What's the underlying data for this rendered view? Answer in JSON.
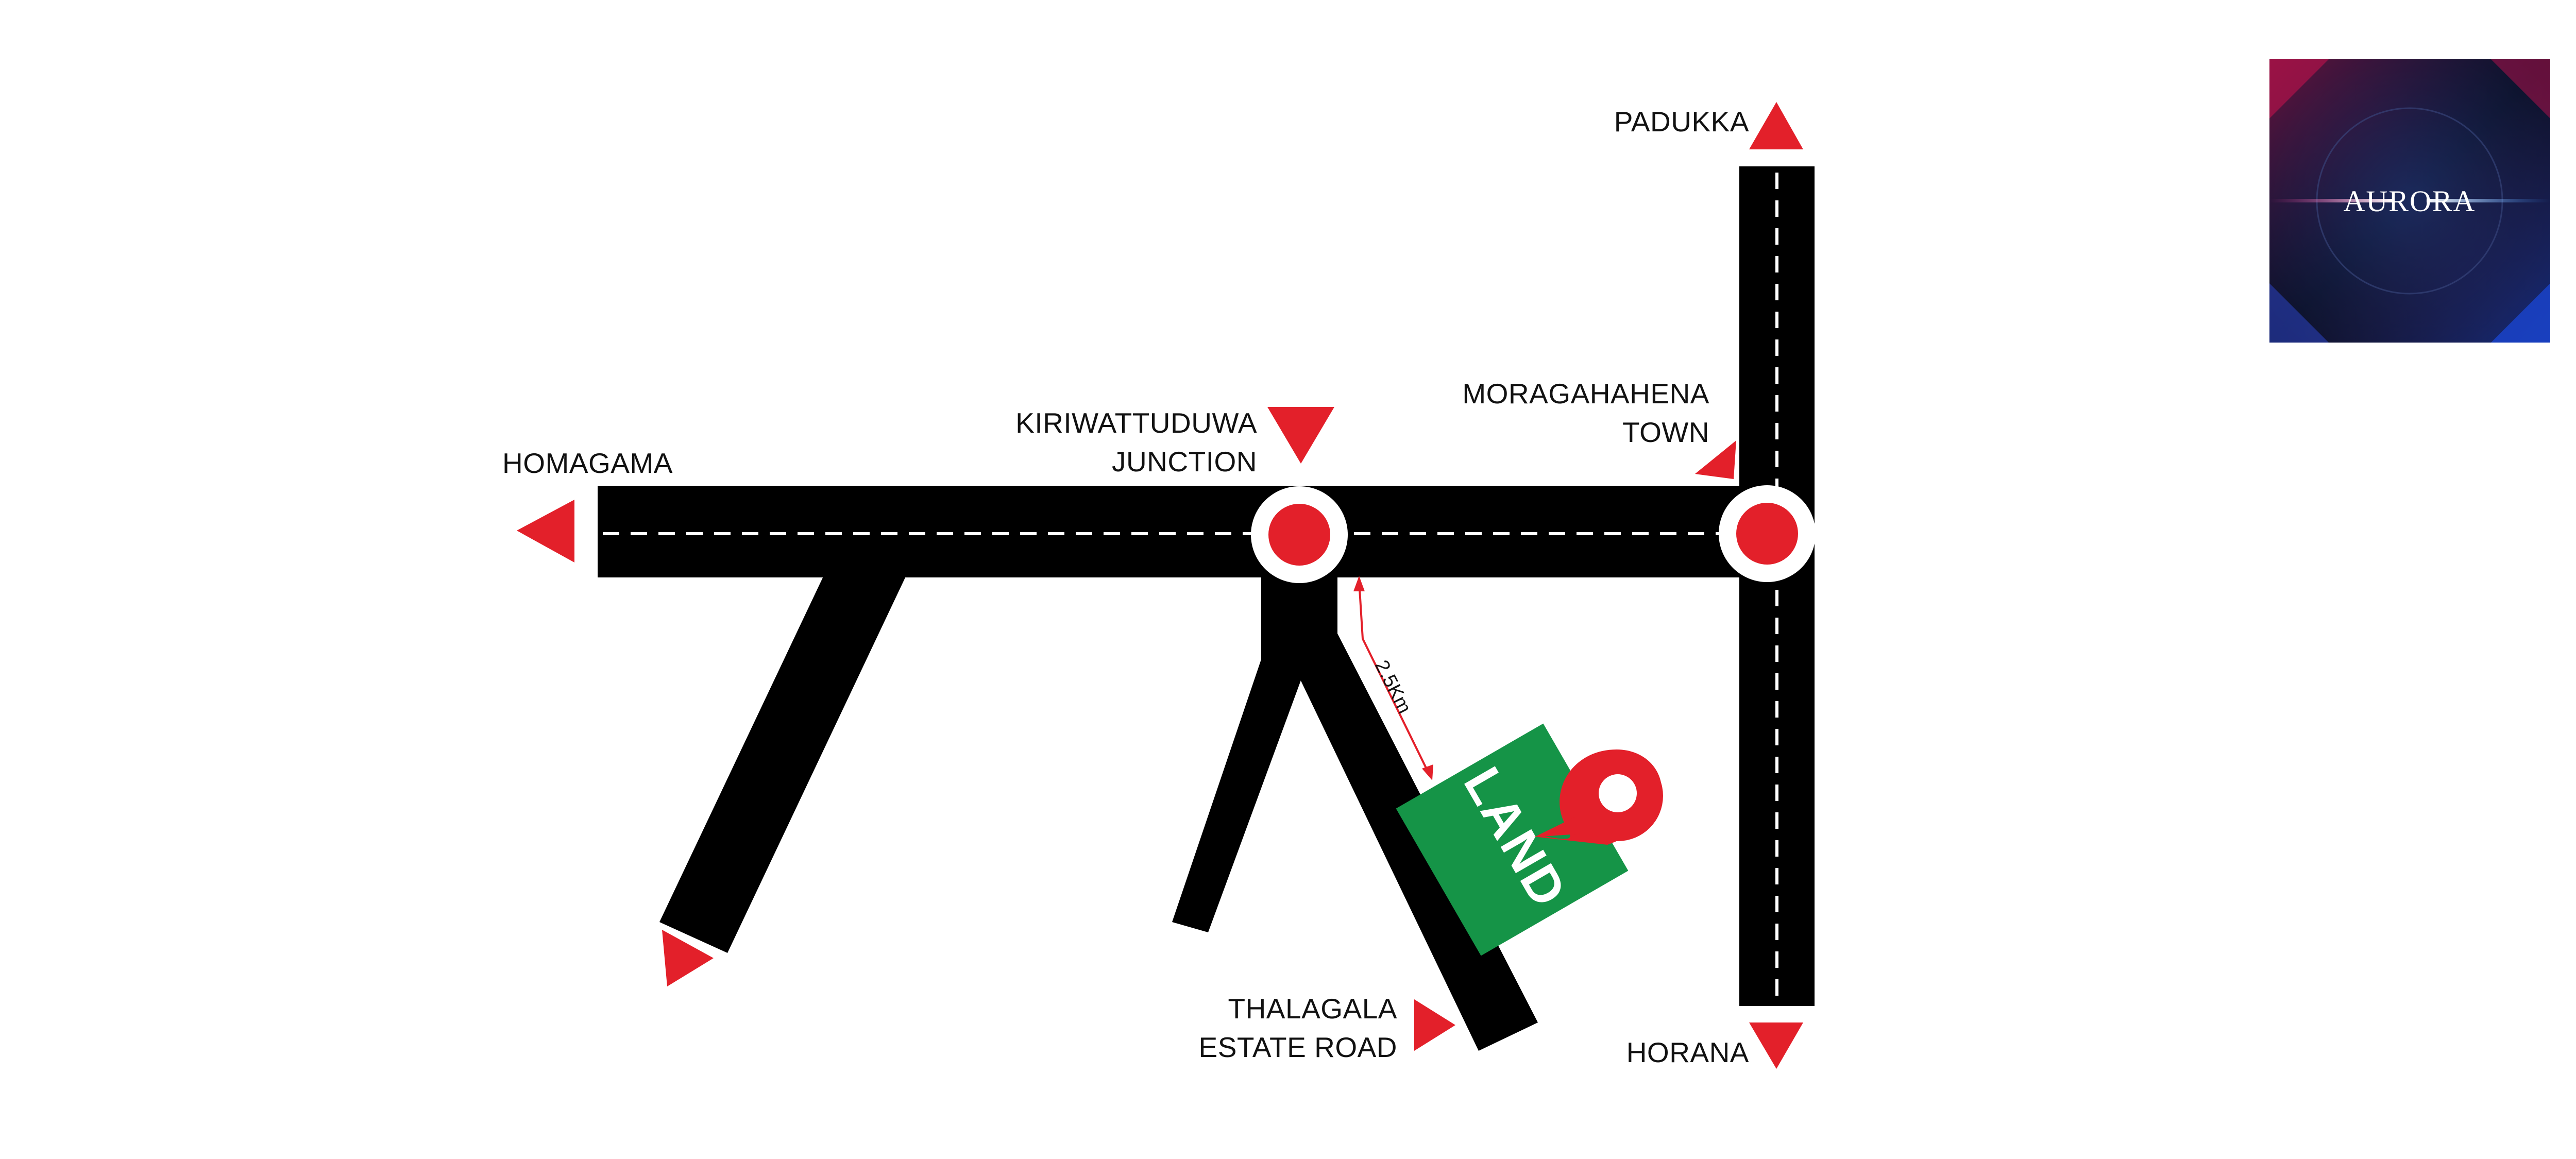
{
  "places": {
    "padukka": "PADUKKA",
    "homagama": "HOMAGAMA",
    "kiriwattuduwa_line1": "KIRIWATTUDUWA",
    "kiriwattuduwa_line2": "JUNCTION",
    "moragahahena_line1": "MORAGAHAHENA",
    "moragahahena_line2": "TOWN",
    "thalagala_line1": "THALAGALA",
    "thalagala_line2": "ESTATE ROAD",
    "horana": "HORANA"
  },
  "land": {
    "label": "LAND",
    "distance": "2.5Km"
  },
  "logo": {
    "text": "AURORA"
  },
  "colors": {
    "road": "#000000",
    "marker_red": "#e3202a",
    "land_green": "#159447",
    "lane_dash": "#ffffff",
    "text": "#111111"
  },
  "icons": [
    "direction-arrow-icon",
    "roundabout-icon",
    "location-pin-icon"
  ]
}
